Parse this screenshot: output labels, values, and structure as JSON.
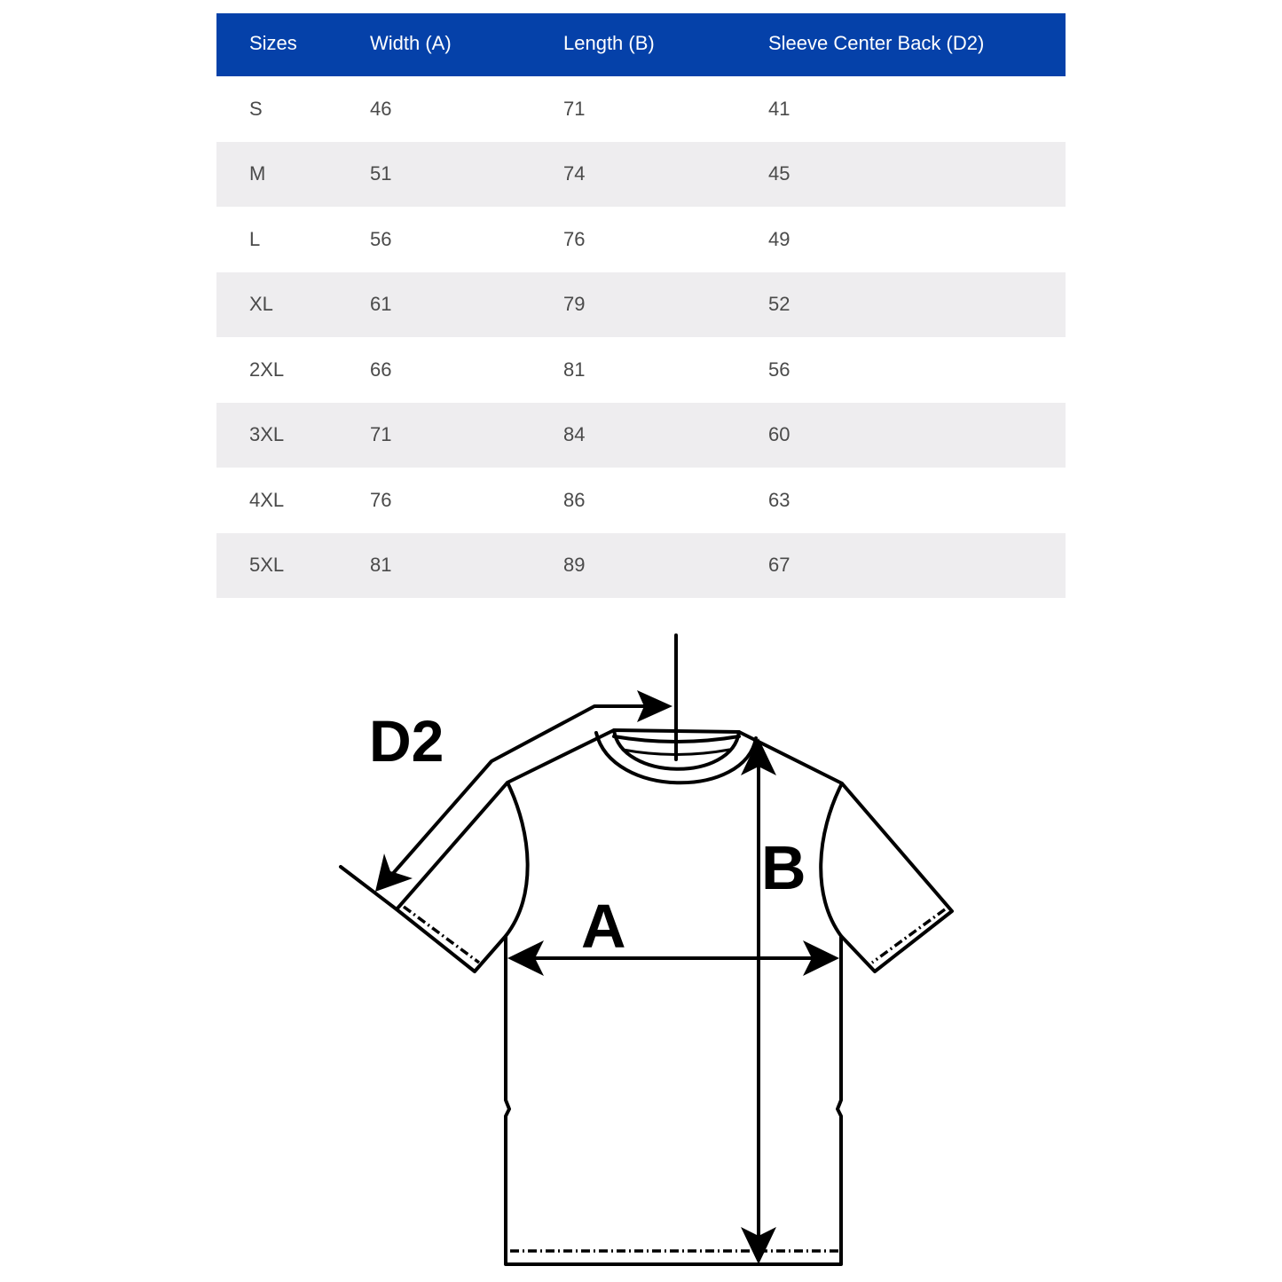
{
  "table": {
    "headers": [
      "Sizes",
      "Width (A)",
      "Length (B)",
      "Sleeve Center Back (D2)"
    ],
    "rows": [
      [
        "S",
        "46",
        "71",
        "41"
      ],
      [
        "M",
        "51",
        "74",
        "45"
      ],
      [
        "L",
        "56",
        "76",
        "49"
      ],
      [
        "XL",
        "61",
        "79",
        "52"
      ],
      [
        "2XL",
        "66",
        "81",
        "56"
      ],
      [
        "3XL",
        "71",
        "84",
        "60"
      ],
      [
        "4XL",
        "76",
        "86",
        "63"
      ],
      [
        "5XL",
        "81",
        "89",
        "67"
      ]
    ]
  },
  "diagram": {
    "label_d2": "D2",
    "label_a": "A",
    "label_b": "B"
  },
  "colors": {
    "header_bg": "#0541a9",
    "header_text": "#ffffff",
    "stripe_bg": "#eeedef",
    "body_text": "#4a4a4a"
  }
}
